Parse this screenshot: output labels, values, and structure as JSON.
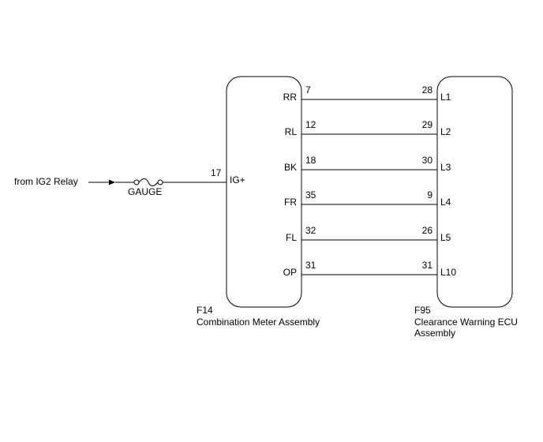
{
  "source": {
    "label": "from IG2 Relay",
    "fuse_label": "GAUGE"
  },
  "left_component": {
    "id": "F14",
    "name": "Combination Meter Assembly",
    "power_pin": {
      "number": "17",
      "name": "IG+"
    }
  },
  "right_component": {
    "id": "F95",
    "name_line1": "Clearance Warning ECU",
    "name_line2": "Assembly"
  },
  "connections": [
    {
      "left_name": "RR",
      "left_pin": "7",
      "right_pin": "28",
      "right_name": "L1"
    },
    {
      "left_name": "RL",
      "left_pin": "12",
      "right_pin": "29",
      "right_name": "L2"
    },
    {
      "left_name": "BK",
      "left_pin": "18",
      "right_pin": "30",
      "right_name": "L3"
    },
    {
      "left_name": "FR",
      "left_pin": "35",
      "right_pin": "9",
      "right_name": "L4"
    },
    {
      "left_name": "FL",
      "left_pin": "32",
      "right_pin": "26",
      "right_name": "L5"
    },
    {
      "left_name": "OP",
      "left_pin": "31",
      "right_pin": "31",
      "right_name": "L10"
    }
  ]
}
